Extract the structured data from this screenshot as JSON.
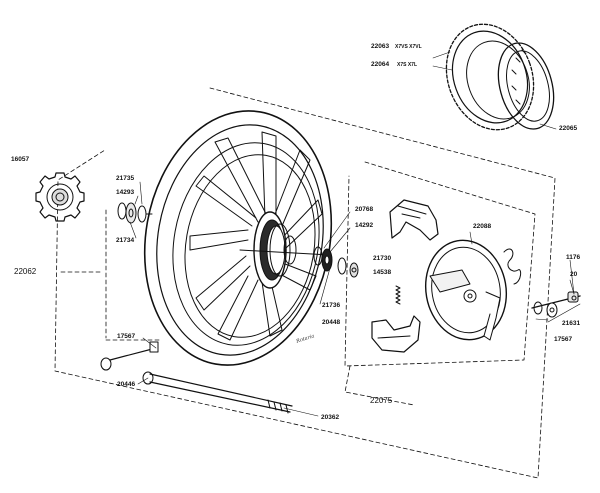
{
  "labels": {
    "p16057": "16057",
    "p22062": "22062",
    "p21735": "21735",
    "p14293": "14293",
    "p21734": "21734",
    "p17567a": "17567",
    "p20446": "20446",
    "p20362": "20362",
    "p21736": "21736",
    "p20448": "20448",
    "p20768": "20768",
    "p14292": "14292",
    "p21730": "21730",
    "p14538": "14538",
    "p22088": "22088",
    "p22075": "22075",
    "p1176": "1176",
    "p20": "20",
    "p21631": "21631",
    "p17567b": "17567",
    "p22063": "22063",
    "p22063v": "X7VS  X7VL",
    "p22064": "22064",
    "p22064v": "X7S  X7L",
    "p22065": "22065"
  },
  "signature": "Rotaria"
}
